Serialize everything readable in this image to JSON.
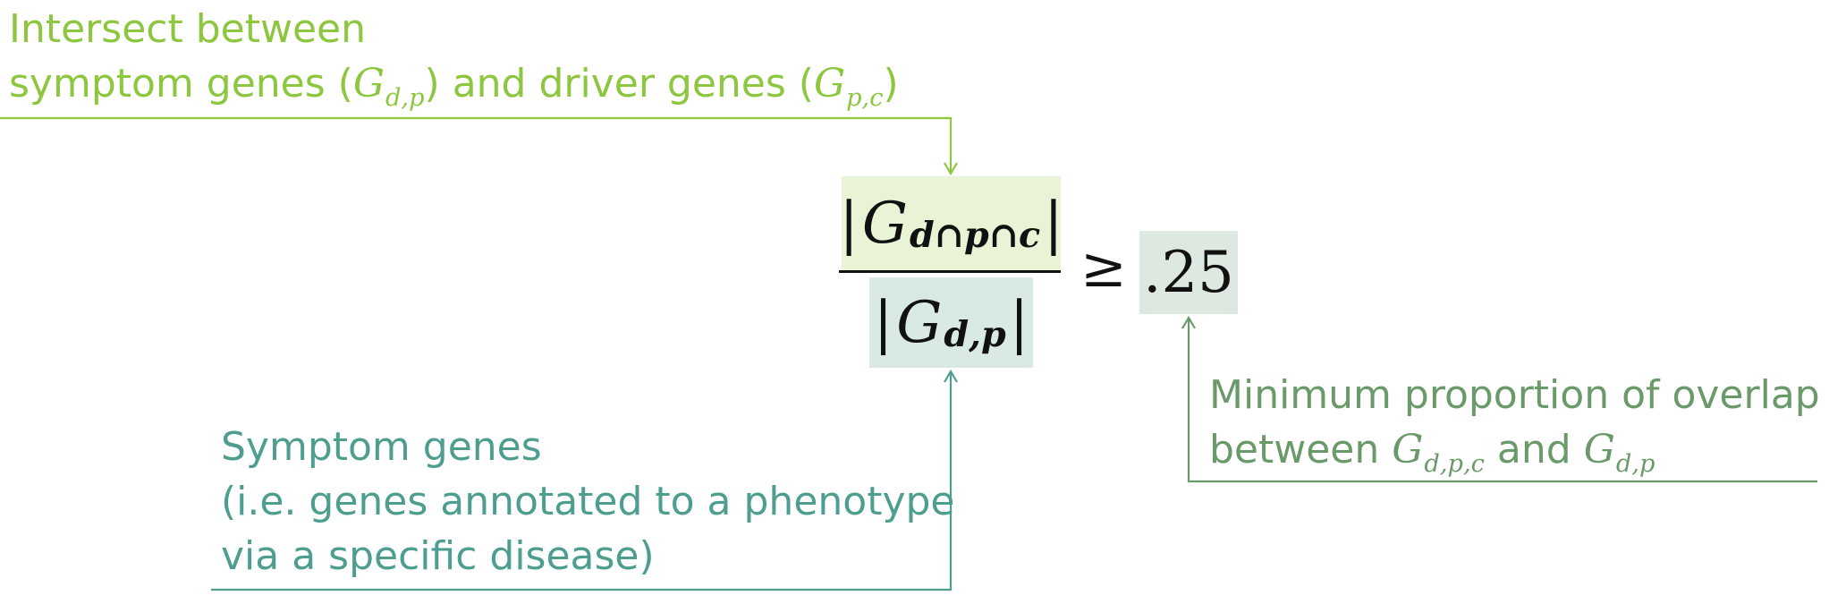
{
  "colors": {
    "light_green": "#8DC63F",
    "teal": "#4E9E8F",
    "sage": "#6A9A6A",
    "num_fill": "#E9F4D6",
    "den_fill": "#D9E9E4",
    "val_fill": "#DCE8E0",
    "text": "#111111"
  },
  "annotations": {
    "intersect": {
      "line1": "Intersect between",
      "line2_pre": "symptom genes (",
      "g1": "G",
      "g1_sub": "d,p",
      "line2_mid": ") and driver genes (",
      "g2": "G",
      "g2_sub": "p,c",
      "line2_post": ")"
    },
    "symptom": {
      "line1": "Symptom genes",
      "line2": "(i.e. genes annotated to a phenotype",
      "line3": "via a specific disease)"
    },
    "minimum": {
      "line1": "Minimum proportion of overlap",
      "line2_pre": "between ",
      "g1": "G",
      "g1_sub": "d,p,c",
      "line2_mid": " and ",
      "g2": "G",
      "g2_sub": "d,p"
    }
  },
  "formula": {
    "numerator_bar_left": "|",
    "numerator_G": "G",
    "numerator_sub": "d∩p∩c",
    "numerator_bar_right": "|",
    "denominator_bar_left": "|",
    "denominator_G": "G",
    "denominator_sub": "d,p",
    "denominator_bar_right": "|",
    "relation": "≥",
    "threshold": ".25"
  }
}
